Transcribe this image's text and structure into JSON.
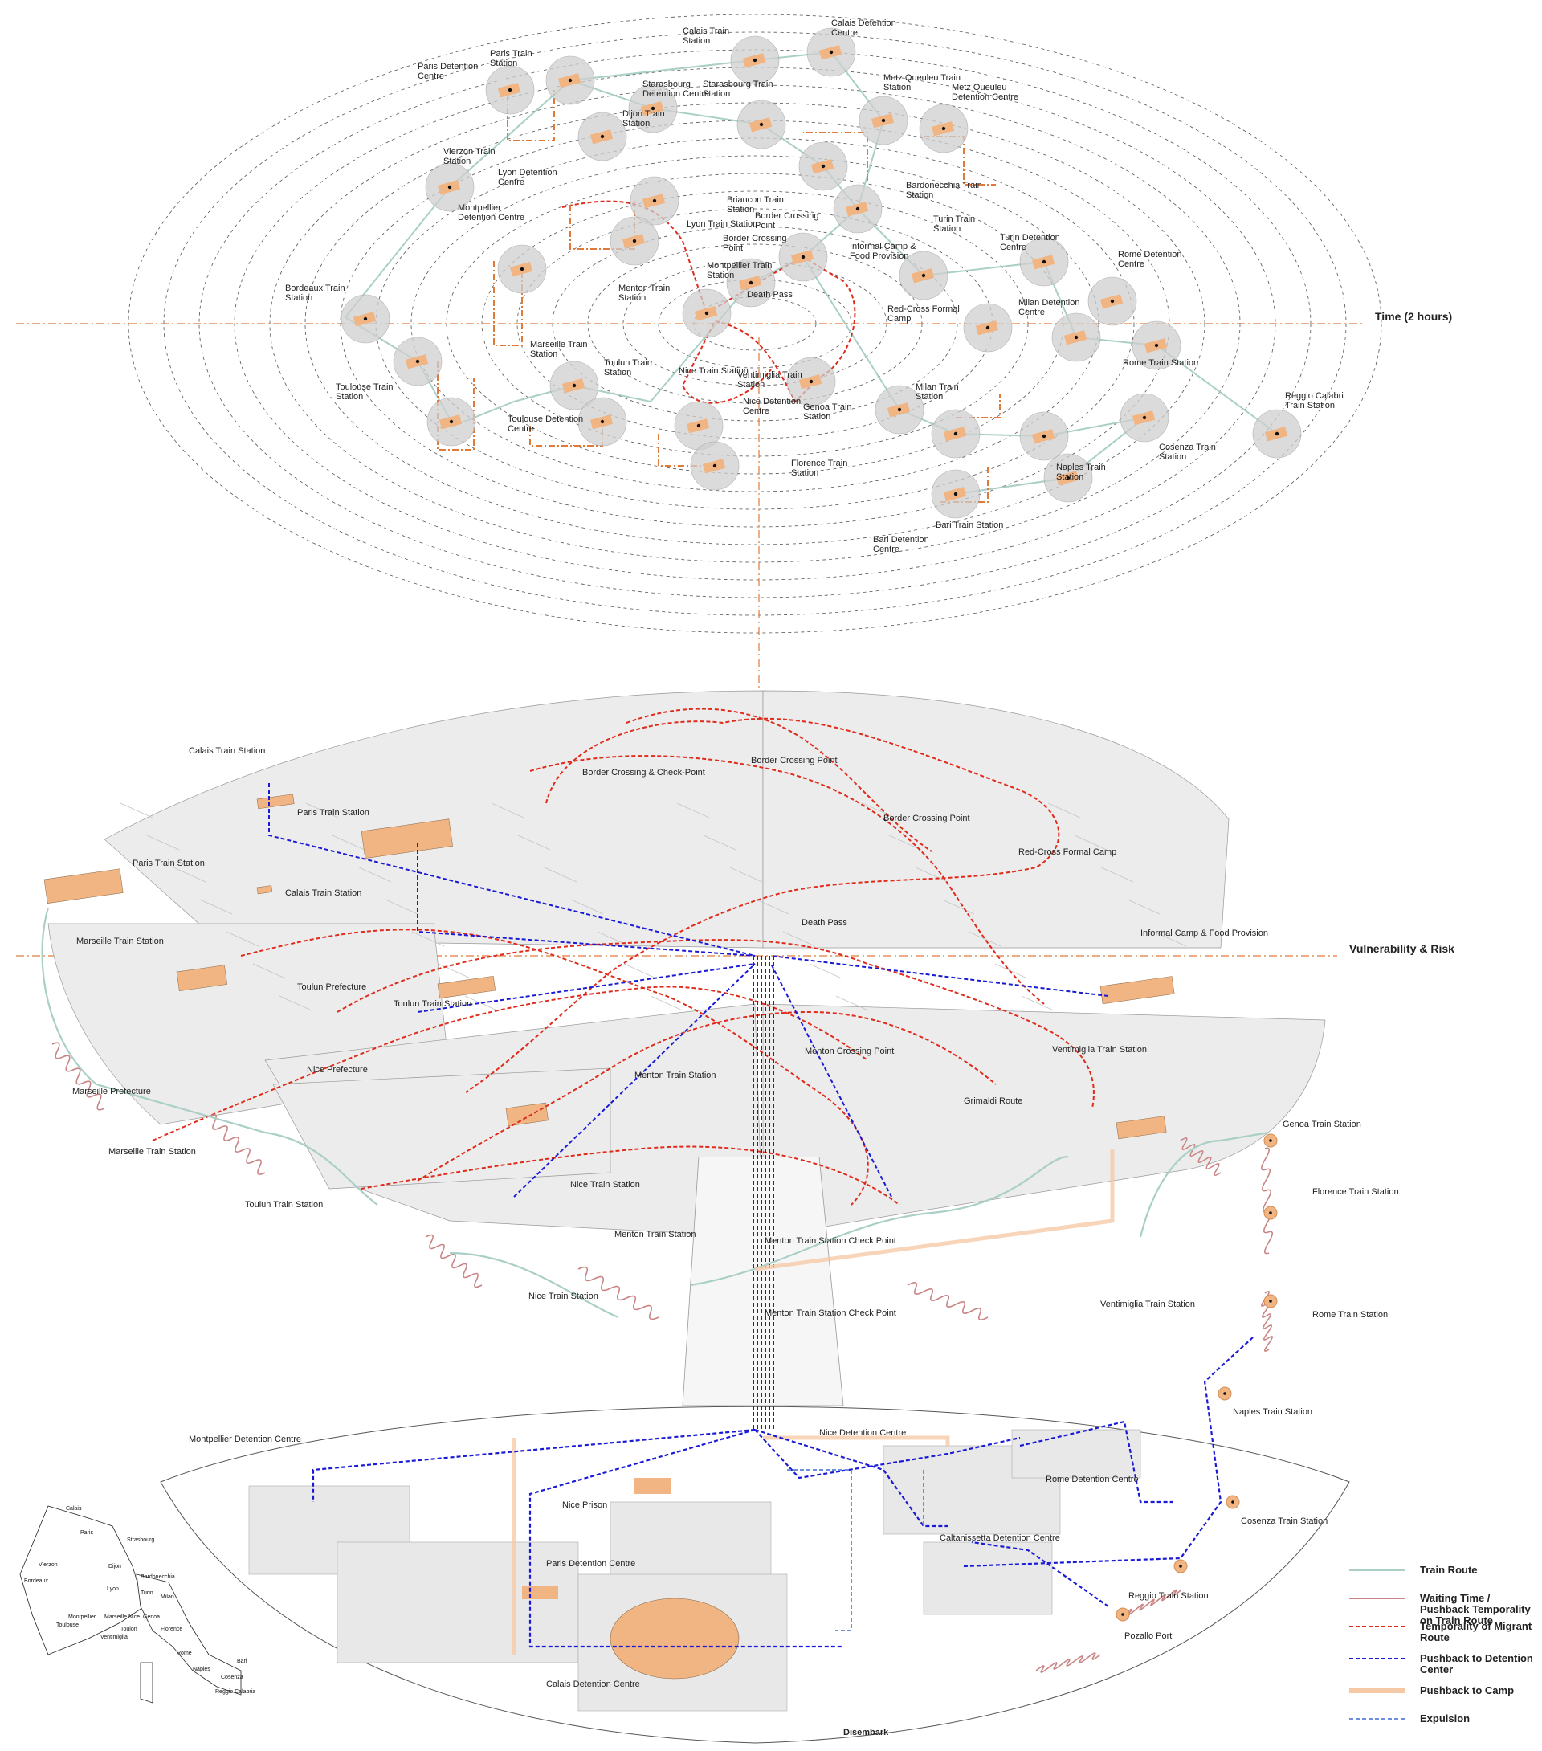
{
  "axes": {
    "time": "Time (2 hours)",
    "vulnerability": "Vulnerability & Risk"
  },
  "colors": {
    "orbit": "#555555",
    "axis": "#e07a3a",
    "train_route": "#a9cfc6",
    "waiting_time": "#c98585",
    "migrant_route": "#e02a1a",
    "pushback_detention": "#1a1ad6",
    "pushback_camp": "#f6c9a6",
    "expulsion": "#6e8fe0",
    "station_fill": "#f1b483",
    "panel_fill": "#ececec",
    "circle_fill": "#cfcfcf"
  },
  "top_labels": [
    "Calais Train Station",
    "Calais Detention Centre",
    "Paris Train Station",
    "Paris Detention Centre",
    "Starasbourg Detention Centre",
    "Starasbourg Train Station",
    "Metz Queuleu Train Station",
    "Metz Queuleu Detention Centre",
    "Dijon Train Station",
    "Vierzon Train Station",
    "Lyon Detention Centre",
    "Montpellier Detention Centre",
    "Briancon Train Station",
    "Bardonecchia Train Station",
    "Border Crossing Point",
    "Lyon Train Station",
    "Border Crossing Point",
    "Informal Camp & Food Provision",
    "Turin Train Station",
    "Turin Detention Centre",
    "Montpellier Train Station",
    "Rome Detention Centre",
    "Bordeaux Train Station",
    "Menton Train Station",
    "Death Pass",
    "Red-Cross Formal Camp",
    "Milan Detention Centre",
    "Marseille Train Station",
    "Toulun Train Station",
    "Nice Train Station",
    "Ventimiglia Train Station",
    "Rome Train Station",
    "Toulouse Train Station",
    "Toulouse Detention Centre",
    "Milan Train Station",
    "Nice Detention Centre",
    "Genoa Train Station",
    "Reggio Calabri Train Station",
    "Cosenza Train Station",
    "Florence Train Station",
    "Naples Train Station",
    "Bari Train Station",
    "Bari Detention Centre"
  ],
  "middle_labels": [
    "Calais Train Station",
    "Paris Train Station",
    "Border Crossing & Check-Point",
    "Border Crossing Point",
    "Border Crossing Point",
    "Red-Cross Formal Camp",
    "Paris Train Station",
    "Calais Train Station",
    "Death Pass",
    "Informal Camp & Food Provision",
    "Marseille Train Station",
    "Toulun Prefecture",
    "Toulun Train Station",
    "Menton Crossing Point",
    "Ventimiglia Train Station",
    "Nice Prefecture",
    "Menton Train Station",
    "Grimaldi Route",
    "Marseille Prefecture",
    "Marseille Train Station",
    "Genoa Train Station",
    "Toulun Train Station",
    "Nice Train Station",
    "Florence Train Station",
    "Menton Train Station",
    "Menton Train Station Check Point",
    "Nice Train Station",
    "Ventimiglia Train Station",
    "Menton Train Station Check Point",
    "Rome Train Station"
  ],
  "bottom_labels": [
    "Naples Train Station",
    "Nice Detention Centre",
    "Montpellier Detention Centre",
    "Rome Detention Centre",
    "Cosenza Train Station",
    "Nice Prison",
    "Caltanissetta Detention Centre",
    "Reggio Train Station",
    "Paris Detention Centre",
    "Pozallo Port",
    "Calais Detention Centre",
    "Disembark"
  ],
  "map_labels": [
    "Calais",
    "Paris",
    "Strasbourg",
    "Vierzon",
    "Dijon",
    "Bardonecchia",
    "Bordeaux",
    "Lyon",
    "Turin",
    "Milan",
    "Montpellier",
    "Marseille",
    "Nice",
    "Genoa",
    "Toulouse",
    "Toulon",
    "Florence",
    "Ventimiglia",
    "Rome",
    "Bari",
    "Naples",
    "Cosenza",
    "Reggio Calabria"
  ],
  "legend": [
    {
      "key": "train_route",
      "label": "Train Route"
    },
    {
      "key": "waiting_time",
      "label": "Waiting Time / Pushback Temporality on Train Route"
    },
    {
      "key": "migrant_route",
      "label": "Temporality of Migrant Route"
    },
    {
      "key": "pushback_detention",
      "label": "Pushback to Detention Center"
    },
    {
      "key": "pushback_camp",
      "label": "Pushback to Camp"
    },
    {
      "key": "expulsion",
      "label": "Expulsion"
    }
  ]
}
